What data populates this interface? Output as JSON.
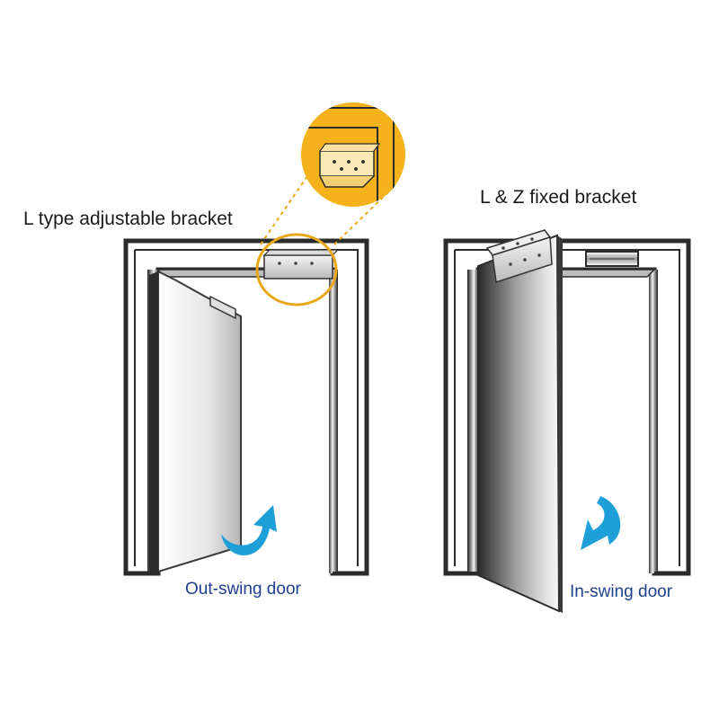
{
  "left_panel": {
    "bracket_label": "L type adjustable bracket",
    "door_caption": "Out-swing door"
  },
  "right_panel": {
    "bracket_label": "L & Z fixed bracket",
    "door_caption": "In-swing door"
  },
  "colors": {
    "frame_dark": "#2b2b2b",
    "callout_circle": "#f5b21a",
    "callout_ring": "#e8a81a",
    "arrow": "#1e9fd8",
    "caption_text": "#1f3f8f",
    "label_text": "#1a1a1a"
  },
  "icons": {
    "out_swing_arrow": "curved-arrow-up-right-icon",
    "in_swing_arrow": "curved-arrow-down-left-icon"
  }
}
